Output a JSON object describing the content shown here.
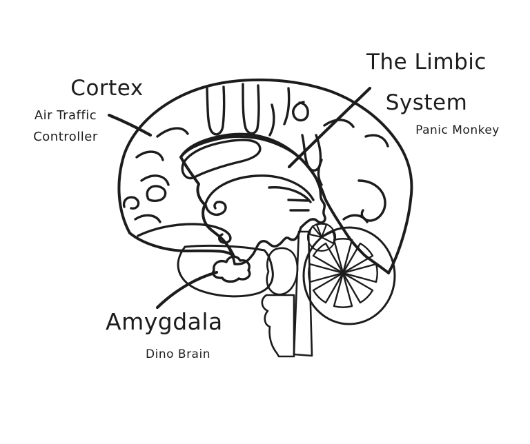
{
  "regions": [
    {
      "id": "cortex",
      "title": "Cortex",
      "subtitle_lines": [
        "Air Traffic",
        "Controller"
      ],
      "fill": "#F05FB5"
    },
    {
      "id": "limbic-system",
      "title_lines": [
        "The Limbic",
        "System"
      ],
      "subtitle_lines": [
        "Panic Monkey"
      ],
      "fill": "#16B4B4"
    },
    {
      "id": "amygdala",
      "title": "Amygdala",
      "subtitle_lines": [
        "Dino Brain"
      ],
      "fill": "#6EC94E"
    }
  ],
  "colors": {
    "background": "#FFFFFF",
    "outline_ink": "#1C1C1C",
    "cortex_pink": "#F05FB5",
    "limbic_teal": "#16B4B4",
    "amygdala_green": "#6EC94E"
  }
}
